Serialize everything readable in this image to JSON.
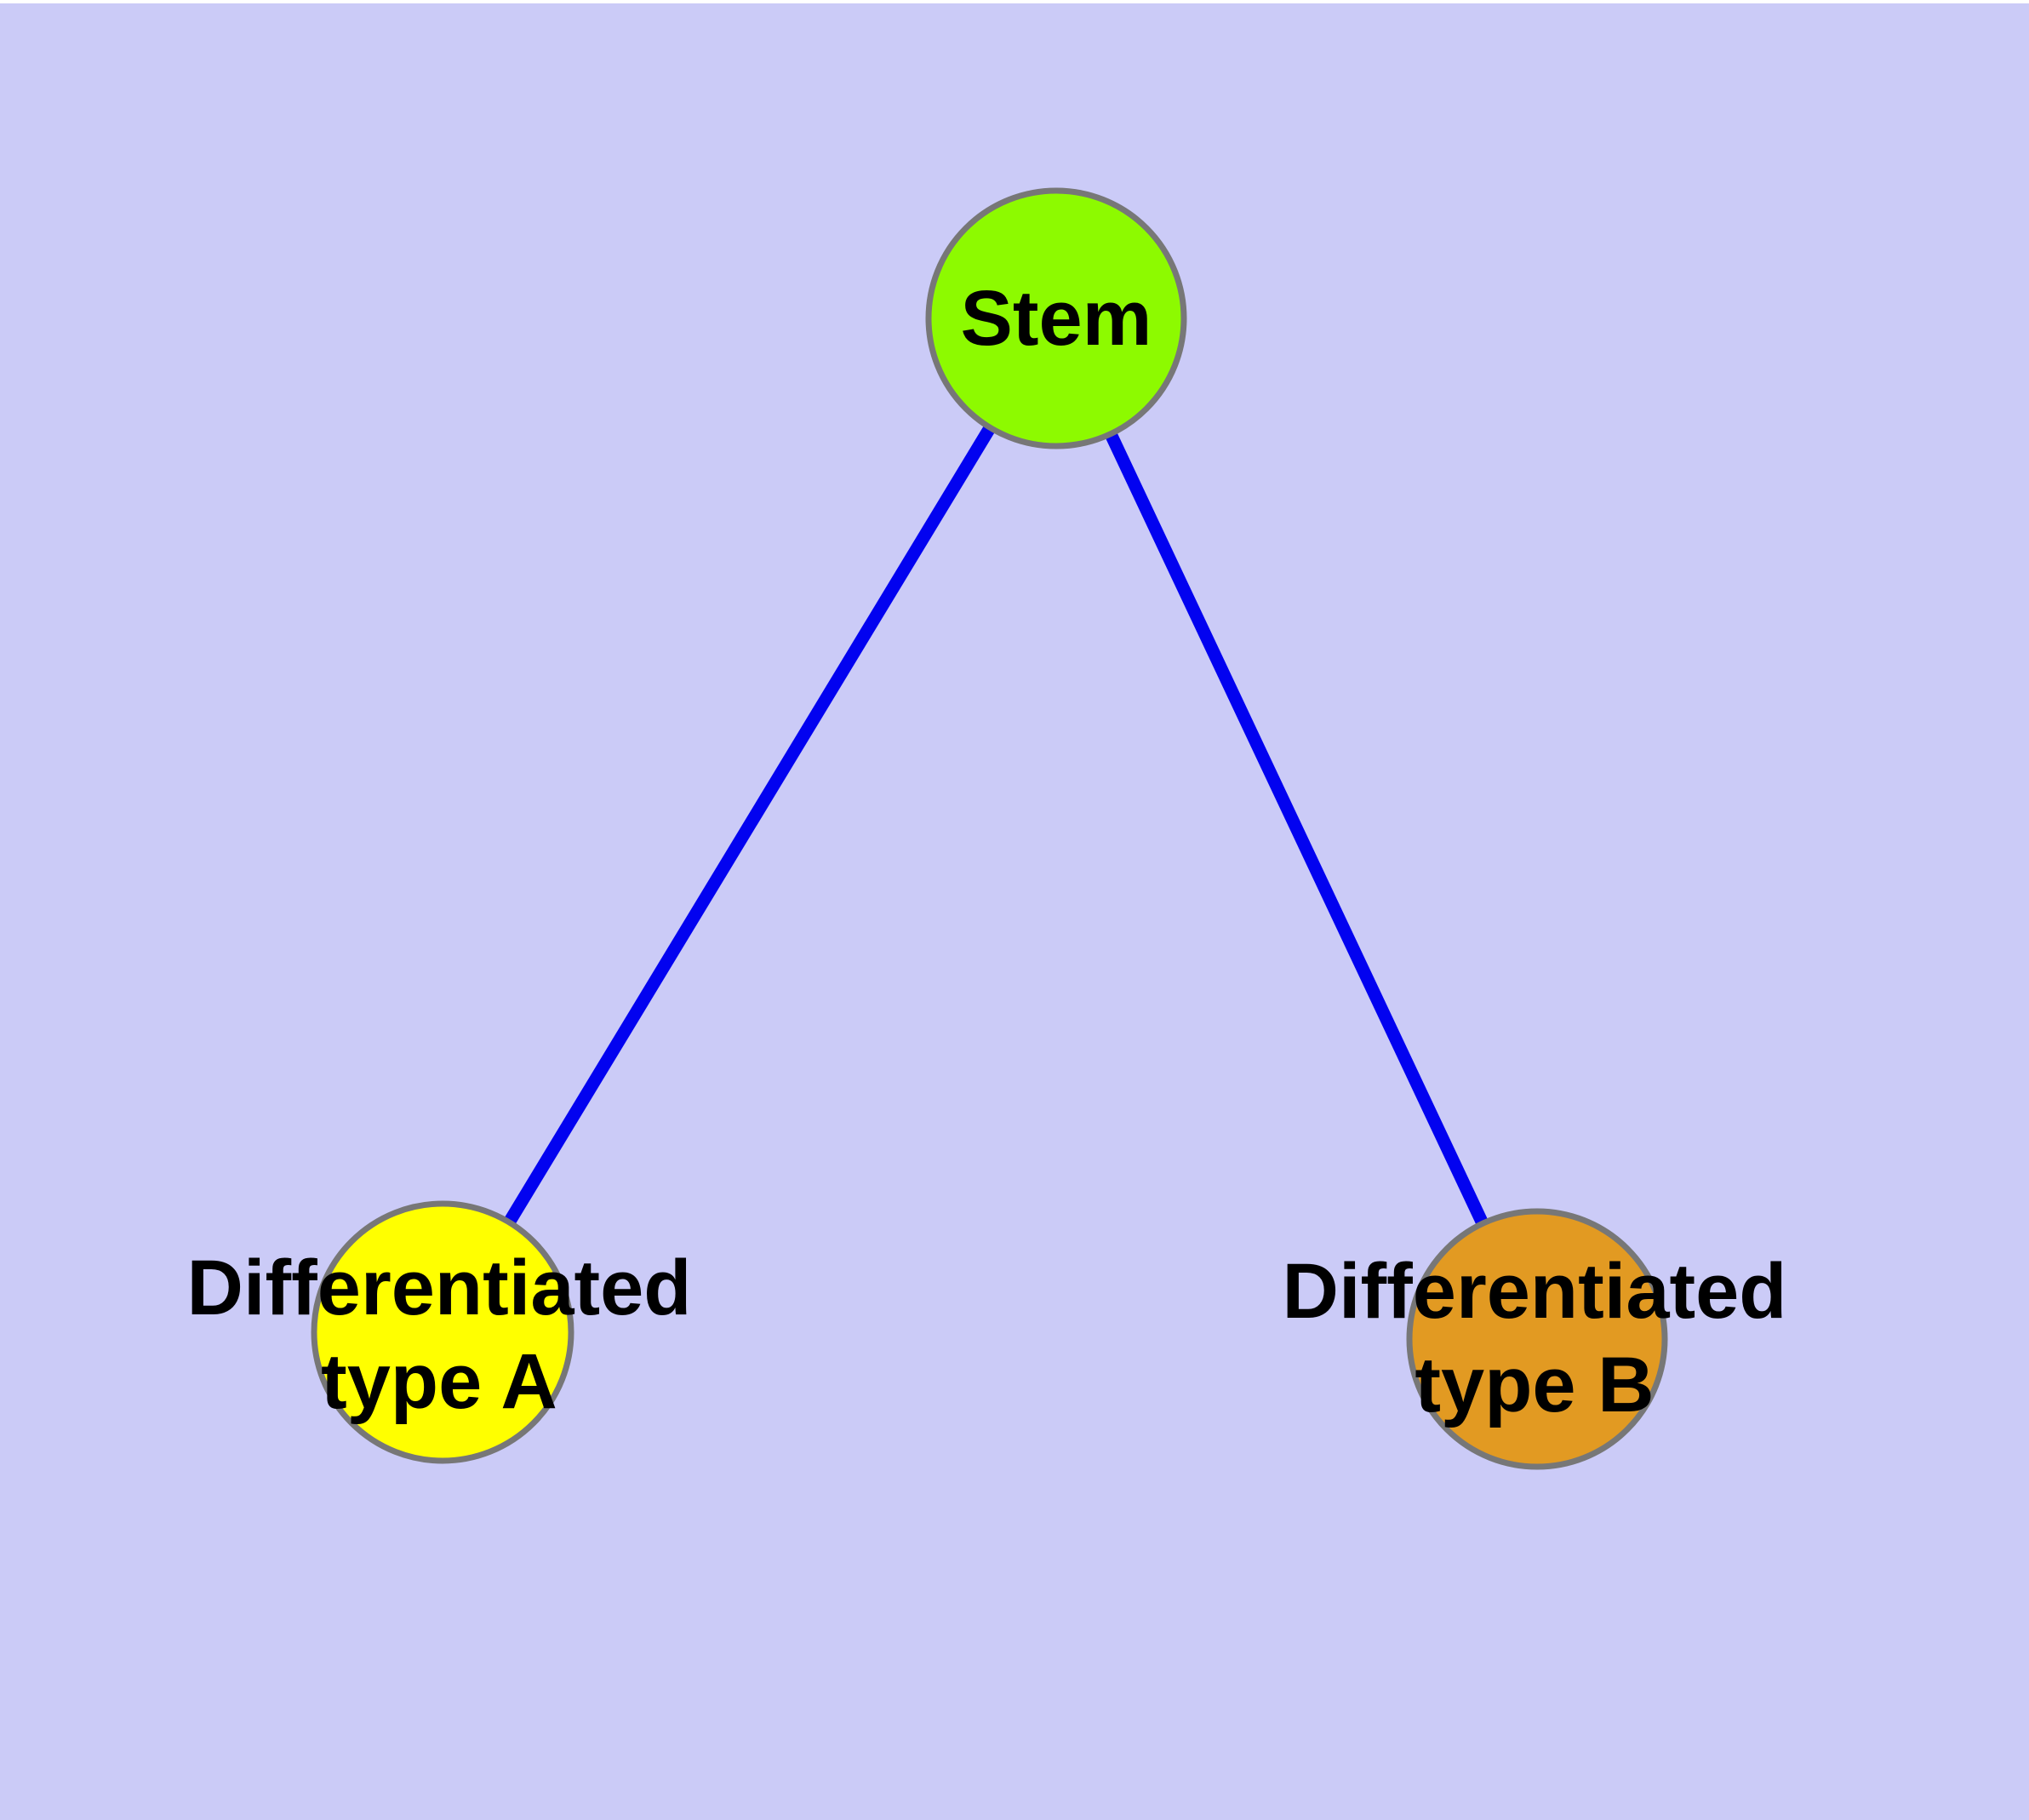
{
  "diagram": {
    "type": "graph",
    "background_color": "#cbcbf7",
    "top_margin_color": "#ffffff",
    "edge_color": "#0202f0",
    "node_border_color": "#777777",
    "label_color": "#000000",
    "nodes": [
      {
        "id": "stem",
        "label": "Stem",
        "line1": "Stem",
        "line2": "",
        "fill": "#8dfa00"
      },
      {
        "id": "differentiated-type-a",
        "label": "Differentiated type A",
        "line1": "Differentiated",
        "line2": "type A",
        "fill": "#ffff00"
      },
      {
        "id": "differentiated-type-b",
        "label": "Differentiated type B",
        "line1": "Differentiated",
        "line2": "type B",
        "fill": "#e29a22"
      }
    ],
    "edges": [
      {
        "from": "Stem",
        "to": "Differentiated type A"
      },
      {
        "from": "Stem",
        "to": "Differentiated type B"
      }
    ]
  }
}
